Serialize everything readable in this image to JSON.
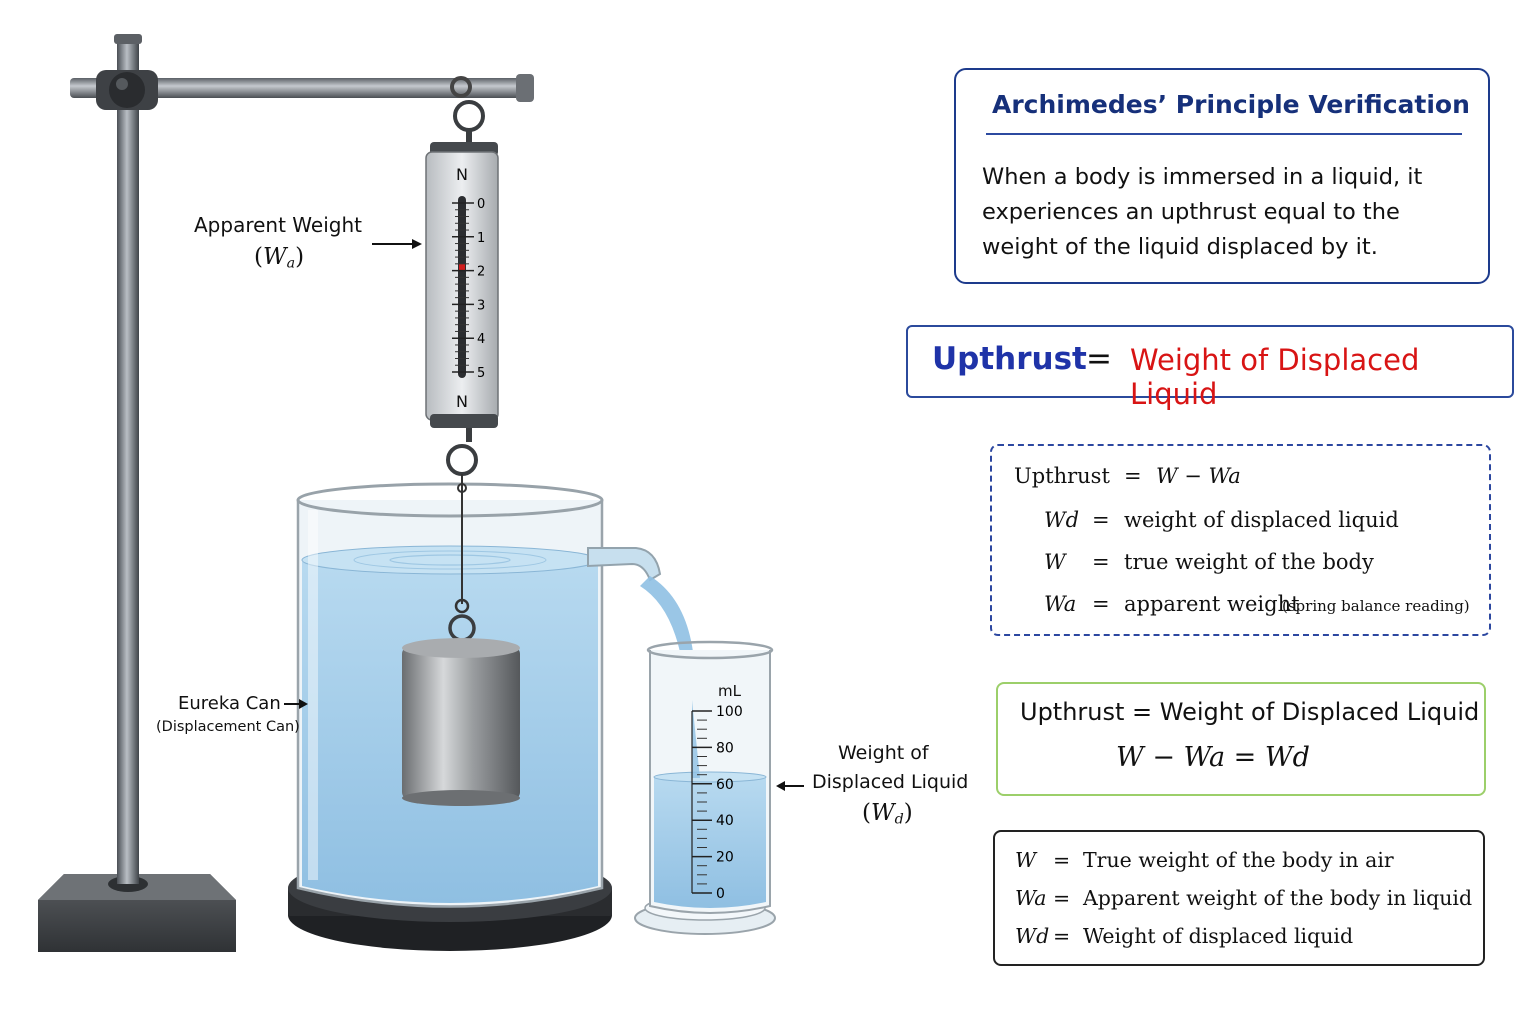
{
  "labels": {
    "apparent_weight": "Apparent Weight",
    "apparent_weight_symbol": "W",
    "apparent_weight_sub": "a",
    "eureka_can": "Eureka Can",
    "eureka_can_sub": "(Displacement Can)",
    "displaced_1": "Weight of",
    "displaced_2": "Displaced Liquid",
    "displaced_symbol": "W",
    "displaced_sub": "d"
  },
  "spring_balance": {
    "unit_top": "N",
    "unit_bottom": "N",
    "scale": [
      "0",
      "1",
      "2",
      "3",
      "4",
      "5"
    ]
  },
  "cylinder": {
    "unit": "mL",
    "scale": [
      "100",
      "80",
      "60",
      "40",
      "20",
      "0"
    ],
    "liquid_level_ml": 60
  },
  "principle": {
    "title": "Archimedes’ Principle Verification",
    "text": "When a body is immersed in a liquid, it experiences an upthrust equal to the weight of the liquid displaced by it."
  },
  "equation": {
    "left": "Upthrust",
    "equals": "=",
    "right": "Weight of Displaced Liquid"
  },
  "definitions": [
    {
      "sym": "Upthrust",
      "eq": "=",
      "text": "W − Wa"
    },
    {
      "sym": "Wd",
      "eq": "=",
      "text": "weight of displaced liquid"
    },
    {
      "sym": "W",
      "eq": "=",
      "text": "true weight of the body"
    },
    {
      "sym": "Wa",
      "eq": "=",
      "text": "apparent weight",
      "note": "(spring balance reading)"
    }
  ],
  "green_box": {
    "line1": "Upthrust  =  Weight of Displaced Liquid",
    "line2": "W − Wa  =  Wd"
  },
  "legend": [
    {
      "sym": "W",
      "eq": "=",
      "text": "True weight of the body in air"
    },
    {
      "sym": "Wa",
      "eq": "=",
      "text": "Apparent weight of the body in liquid"
    },
    {
      "sym": "Wd",
      "eq": "=",
      "text": "Weight of displaced liquid"
    }
  ],
  "colors": {
    "principle_border": "#1d3b8c",
    "upthrust_blue": "#1f33a8",
    "weight_red": "#d81414",
    "dashed_border": "#2c47a0",
    "green_border": "#9ccf6a",
    "water": "#a9d0ec"
  }
}
